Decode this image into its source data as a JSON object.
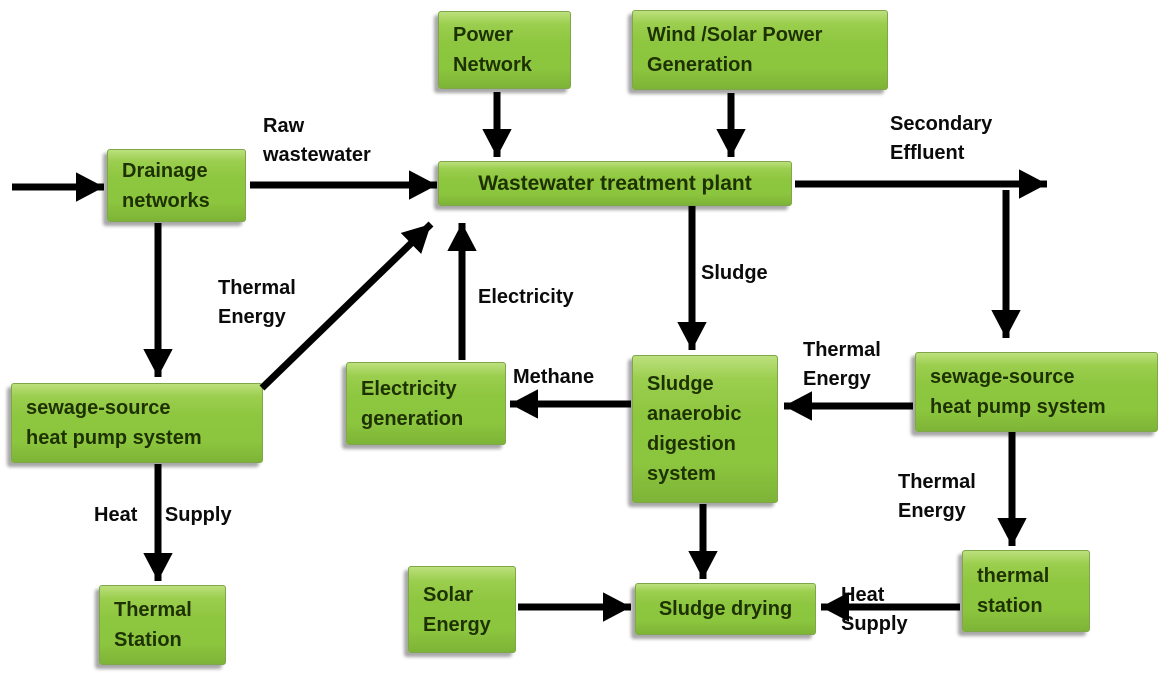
{
  "colors": {
    "box_fill": "#8dc63f",
    "box_fill_highlight": "#bce07d",
    "box_border": "#7fa648",
    "box_text": "#1e3201",
    "arrow": "#000000",
    "label_text": "#0b0b0b",
    "background": "#ffffff"
  },
  "boxes": {
    "power_network": "Power\nNetwork",
    "wind_solar_generation": "Wind /Solar Power\nGeneration",
    "drainage_networks": "Drainage\nnetworks",
    "wastewater_treatment_plant": "Wastewater treatment plant",
    "electricity_generation": "Electricity\ngeneration",
    "sludge_anaerobic_digestion": "Sludge\nanaerobic\ndigestion\nsystem",
    "sewage_heat_pump_right": "sewage-source\nheat pump system",
    "sewage_heat_pump_left": "sewage-source\nheat pump system",
    "thermal_station_left": "Thermal\nStation",
    "solar_energy": "Solar\nEnergy",
    "sludge_drying": "Sludge drying",
    "thermal_station_right": "thermal\nstation"
  },
  "labels": {
    "raw_wastewater": "Raw\nwastewater",
    "secondary_effluent": "Secondary\nEffluent",
    "thermal_energy_left": "Thermal\nEnergy",
    "electricity": "Electricity",
    "sludge": "Sludge",
    "methane": "Methane",
    "thermal_energy_mid": "Thermal\nEnergy",
    "thermal_energy_right": "Thermal\nEnergy",
    "heat_supply_left": "Heat Supply",
    "heat_supply_bottom": "Heat\nSupply"
  }
}
